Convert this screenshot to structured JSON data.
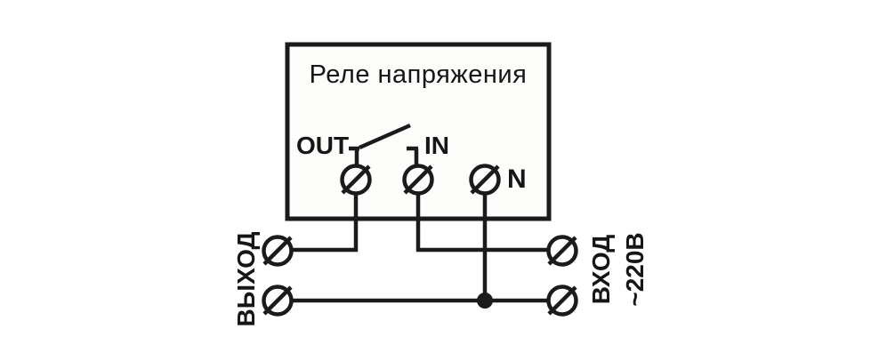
{
  "title": "Реле напряжения",
  "relay": {
    "terminals": [
      {
        "id": "out",
        "label": "OUT"
      },
      {
        "id": "in",
        "label": "IN"
      },
      {
        "id": "n",
        "label": "N"
      }
    ],
    "switch_state": "open"
  },
  "external_labels": {
    "output": "ВЫХОД",
    "input": "ВХОД",
    "input_voltage": "~220В"
  },
  "colors": {
    "line": "#1b1b1b",
    "text": "#161616",
    "canvas": "#ffffff",
    "box_fill": "#fdfdfc"
  }
}
